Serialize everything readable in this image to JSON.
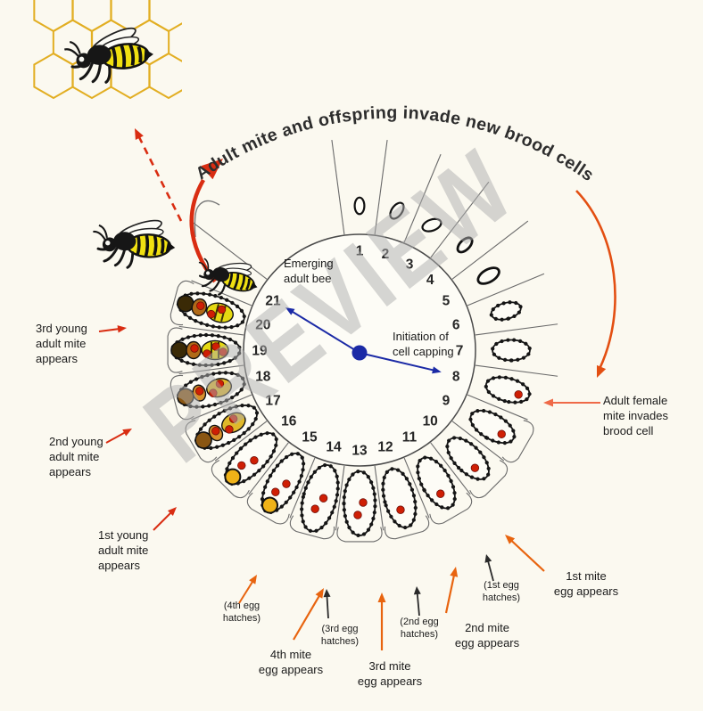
{
  "watermark": "PREVIEW",
  "arc_title": "Adult mite and offspring invade new brood cells",
  "clock": {
    "day_count": 21,
    "emerging_label": "Emerging\nadult bee",
    "emerging_day": 21,
    "capping_label": "Initiation of\ncell capping",
    "capping_day": 8,
    "days": [
      {
        "n": 1,
        "stage": "egg",
        "mites": 0
      },
      {
        "n": 2,
        "stage": "egg",
        "mites": 0
      },
      {
        "n": 3,
        "stage": "egg",
        "mites": 0
      },
      {
        "n": 4,
        "stage": "larva-small",
        "mites": 0
      },
      {
        "n": 5,
        "stage": "larva-small",
        "mites": 0
      },
      {
        "n": 6,
        "stage": "larva-medium",
        "mites": 0
      },
      {
        "n": 7,
        "stage": "larva-medium",
        "mites": 0
      },
      {
        "n": 8,
        "stage": "larva-large",
        "mites": 1
      },
      {
        "n": 9,
        "stage": "larva-large",
        "mites": 1
      },
      {
        "n": 10,
        "stage": "larva-large",
        "mites": 1
      },
      {
        "n": 11,
        "stage": "larva-large",
        "mites": 1
      },
      {
        "n": 12,
        "stage": "larva-large",
        "mites": 1
      },
      {
        "n": 13,
        "stage": "larva-large",
        "mites": 2
      },
      {
        "n": 14,
        "stage": "larva-large",
        "mites": 2
      },
      {
        "n": 15,
        "stage": "pupa-early",
        "mites": 2
      },
      {
        "n": 16,
        "stage": "pupa-early",
        "mites": 2
      },
      {
        "n": 17,
        "stage": "pupa-mid",
        "mites": 3
      },
      {
        "n": 18,
        "stage": "pupa-mid",
        "mites": 3
      },
      {
        "n": 19,
        "stage": "pupa-late",
        "mites": 4
      },
      {
        "n": 20,
        "stage": "pupa-late",
        "mites": 3
      },
      {
        "n": 21,
        "stage": "adult-bee",
        "mites": 0
      }
    ]
  },
  "callouts": {
    "young_mite_3": "3rd young\nadult mite\nappears",
    "young_mite_2": "2nd young\nadult mite\nappears",
    "young_mite_1": "1st young\nadult mite\nappears",
    "egg_hatch_4": "(4th egg\nhatches)",
    "mite_egg_4": "4th mite\negg appears",
    "egg_hatch_3": "(3rd egg\nhatches)",
    "mite_egg_3": "3rd mite\negg appears",
    "egg_hatch_2": "(2nd egg\nhatches)",
    "mite_egg_2": "2nd mite\negg appears",
    "egg_hatch_1": "(1st egg\nhatches)",
    "mite_egg_1": "1st mite\negg appears",
    "invade": "Adult female\nmite invades\nbrood cell"
  },
  "colors": {
    "background": "#fbf9f0",
    "ink": "#1b1b1b",
    "line_gray": "#6a6a6a",
    "red": "#d92d12",
    "orange": "#e8640f",
    "soft_red": "#ef6a48",
    "black_arrow": "#2a2a2a",
    "blue": "#1b2aa6",
    "honeycomb_gold": "#e2ae22",
    "bee_yellow": "#f0e011",
    "mite_red": "#cf1f04",
    "watermark_gray": "#adadad"
  }
}
